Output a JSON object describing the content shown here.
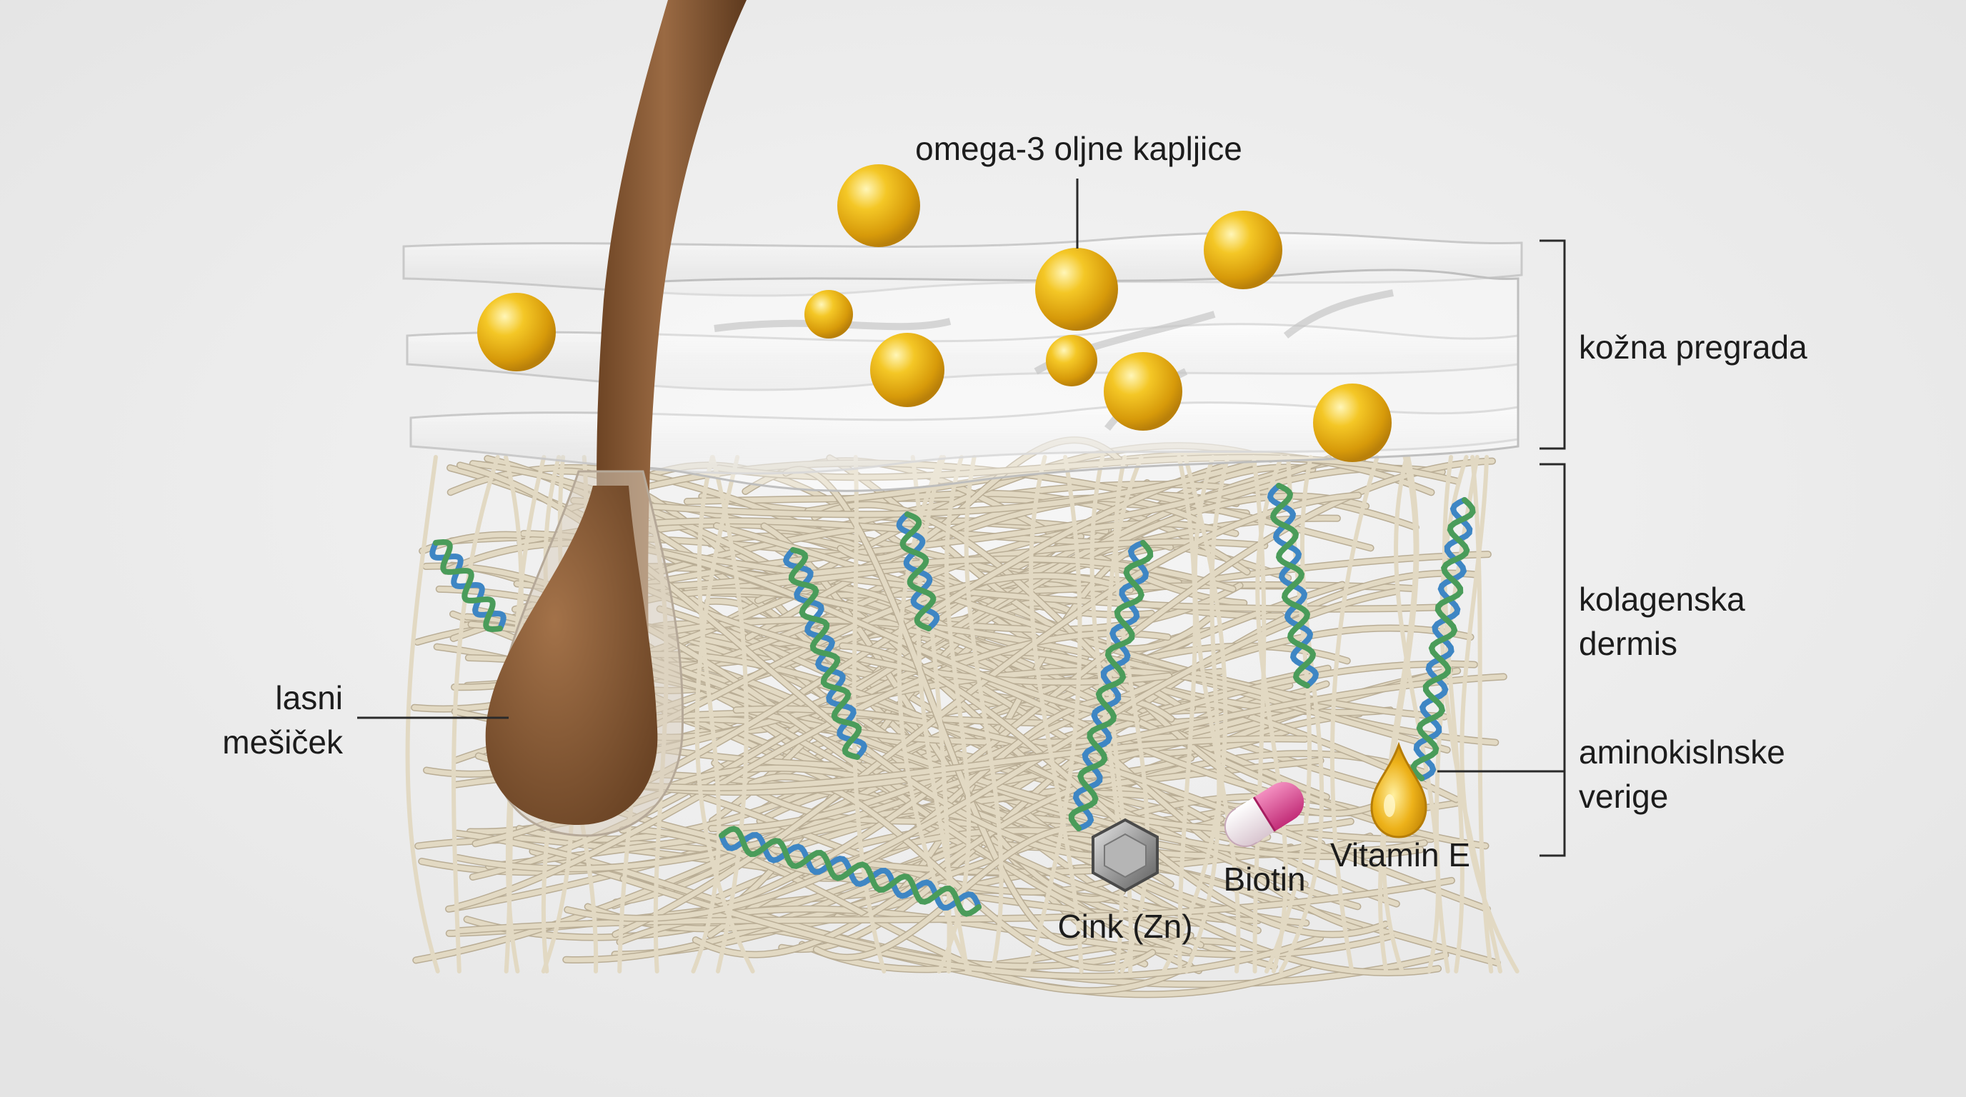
{
  "labels": {
    "omega3": "omega-3 oljne kapljice",
    "skin_barrier": "kožna pregrada",
    "collagen_line1": "kolagenska",
    "collagen_line2": "dermis",
    "amino_line1": "aminokislnske",
    "amino_line2": "verige",
    "follicle_line1": "lasni",
    "follicle_line2": "mešiček",
    "zinc": "Cink (Zn)",
    "biotin": "Biotin",
    "vitamin_e": "Vitamin E"
  },
  "colors": {
    "background": "#ededed",
    "hair_shaft": "#8a5a36",
    "oil_droplet": "#e8b416",
    "collagen_fiber": "#e2d9c3",
    "amino_blue": "#3e86c4",
    "amino_green": "#4a9c5a",
    "biotin_capsule": "#d6438c",
    "vitamin_e_drop": "#e7ab12",
    "zinc_hexagon": "#9a9a9a",
    "text": "#1c1c1c"
  }
}
